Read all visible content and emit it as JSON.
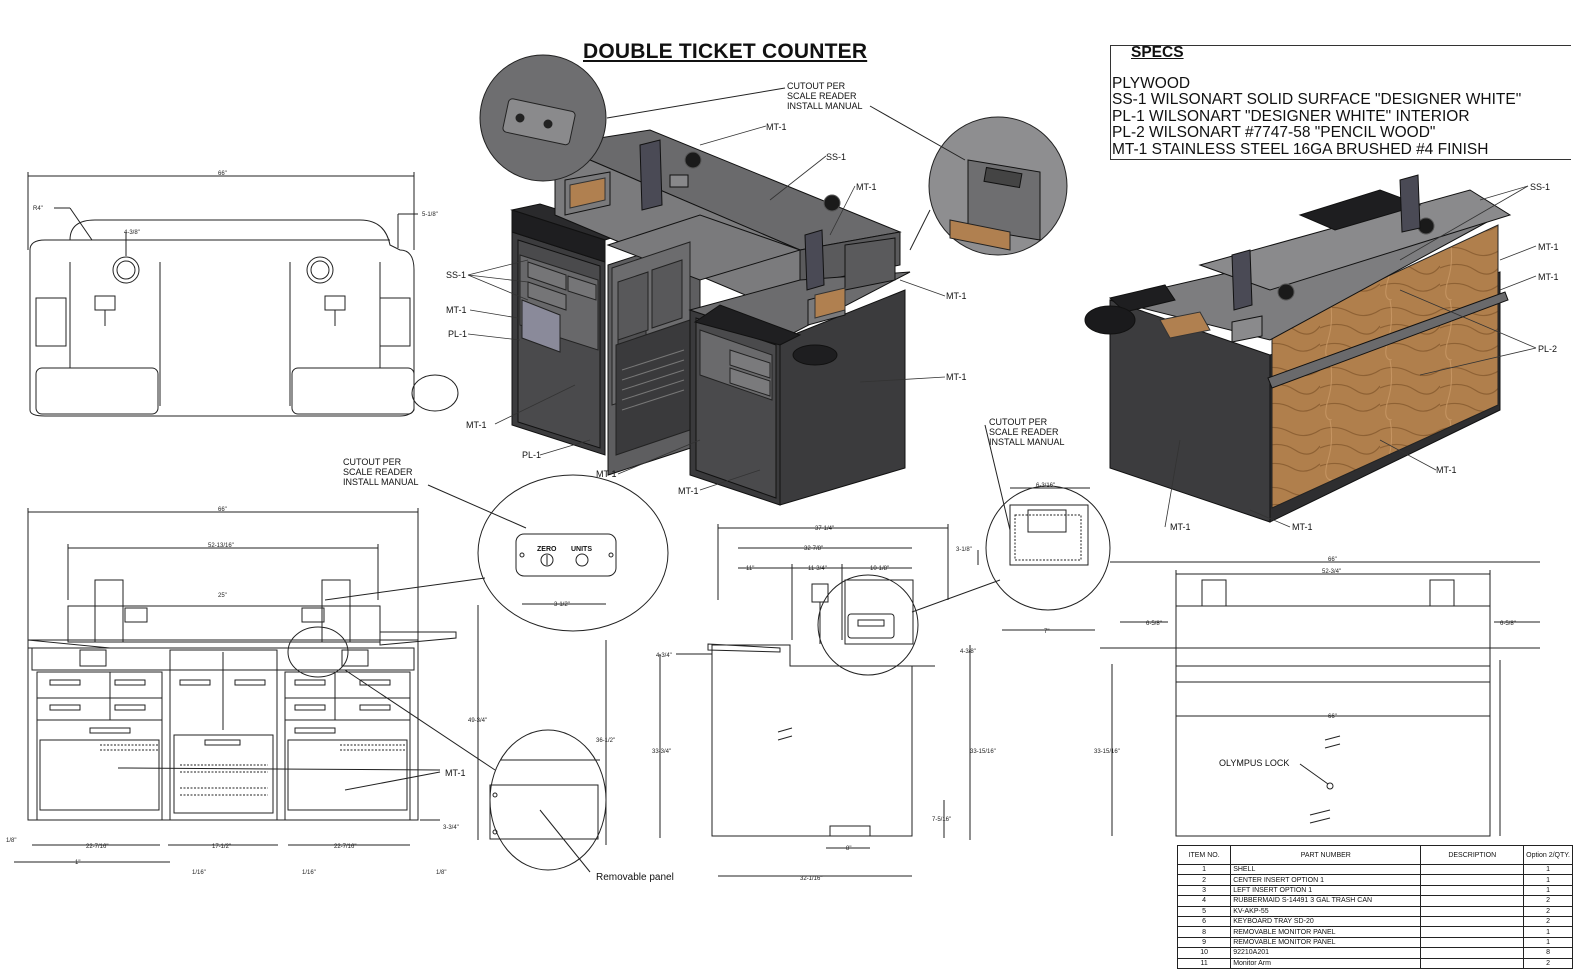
{
  "title": "DOUBLE TICKET COUNTER",
  "specs": {
    "heading": "SPECS",
    "lines": [
      "PLYWOOD",
      "SS-1 WILSONART SOLID SURFACE \"DESIGNER WHITE\"",
      "PL-1 WILSONART \"DESIGNER WHITE\" INTERIOR",
      "PL-2 WILSONART #7747-58 \"PENCIL WOOD\"",
      "MT-1 STAINLESS STEEL 16GA BRUSHED #4 FINISH"
    ]
  },
  "callouts": {
    "cutout": [
      "CUTOUT PER",
      "SCALE READER",
      "INSTALL MANUAL"
    ],
    "mt1": "MT-1",
    "ss1": "SS-1",
    "pl1": "PL-1",
    "pl2": "PL-2",
    "zero": "ZERO",
    "units": "UNITS",
    "olympus": "OLYMPUS LOCK",
    "removable": "Removable panel"
  },
  "dimensions": {
    "top_width": "66\"",
    "r4": "R4\"",
    "d4_3_8": "4-3/8\"",
    "d5_1_8": "5-1/8\"",
    "front_width": "66\"",
    "d52_13_16": "52-13/16\"",
    "d25": "25\"",
    "d49_3_4": "49-3/4\"",
    "d3_1_2": "3-1/2\"",
    "d22_7_16a": "22-7/16\"",
    "d17_1_2": "17-1/2\"",
    "d22_7_16b": "22-7/16\"",
    "d1": "1\"",
    "d1_8": "1/8\"",
    "d1_16a": "1/16\"",
    "d1_16b": "1/16\"",
    "d1_8b": "1/8\"",
    "d3_3_4": "3-3/4\"",
    "side_37_1_4": "37-1/4\"",
    "side_32_7_8": "32-7/8\"",
    "side_11": "11\"",
    "side_11_3_4": "11-3/4\"",
    "side_10_1_8": "10-1/8\"",
    "side_4_3_4": "4-3/4\"",
    "side_36_1_2": "36-1/2\"",
    "side_33_3_4": "33-3/4\"",
    "side_33_15_16": "33-15/16\"",
    "side_4_3_8": "4-3/8\"",
    "side_7_5_16": "7-5/16\"",
    "side_8": "8\"",
    "side_32_1_16": "32-1/16\"",
    "det_6_3_16": "6-3/16\"",
    "det_3_1_8": "3-1/8\"",
    "det_7": "7\"",
    "back_66": "66\"",
    "back_52_3_4": "52-3/4\"",
    "back_6_5_8a": "6-5/8\"",
    "back_6_5_8b": "6-5/8\"",
    "back_66b": "66\"",
    "back_33_15_16": "33-15/16\""
  },
  "parts_table": {
    "headers": [
      "ITEM NO.",
      "PART NUMBER",
      "DESCRIPTION",
      "Option 2/QTY."
    ],
    "rows": [
      {
        "item": "1",
        "part": "SHELL",
        "desc": "",
        "qty": "1"
      },
      {
        "item": "2",
        "part": "CENTER INSERT OPTION 1",
        "desc": "",
        "qty": "1"
      },
      {
        "item": "3",
        "part": "LEFT INSERT OPTION 1",
        "desc": "",
        "qty": "1"
      },
      {
        "item": "4",
        "part": "RUBBERMAID S-14491 3 GAL TRASH CAN",
        "desc": "",
        "qty": "2"
      },
      {
        "item": "5",
        "part": "KV-AKP-55",
        "desc": "",
        "qty": "2"
      },
      {
        "item": "6",
        "part": "KEYBOARD TRAY SD-20",
        "desc": "",
        "qty": "2"
      },
      {
        "item": "8",
        "part": "REMOVABLE MONITOR PANEL",
        "desc": "",
        "qty": "1"
      },
      {
        "item": "9",
        "part": "REMOVABLE MONITOR PANEL",
        "desc": "",
        "qty": "1"
      },
      {
        "item": "10",
        "part": "92210A201",
        "desc": "",
        "qty": "8"
      },
      {
        "item": "11",
        "part": "Monitor Arm",
        "desc": "",
        "qty": "2"
      }
    ]
  },
  "colors": {
    "dark_metal": "#3e3e40",
    "mid_metal": "#5c5c5e",
    "light_top": "#8a8a8c",
    "wood": "#a87a4a",
    "line": "#222222"
  }
}
